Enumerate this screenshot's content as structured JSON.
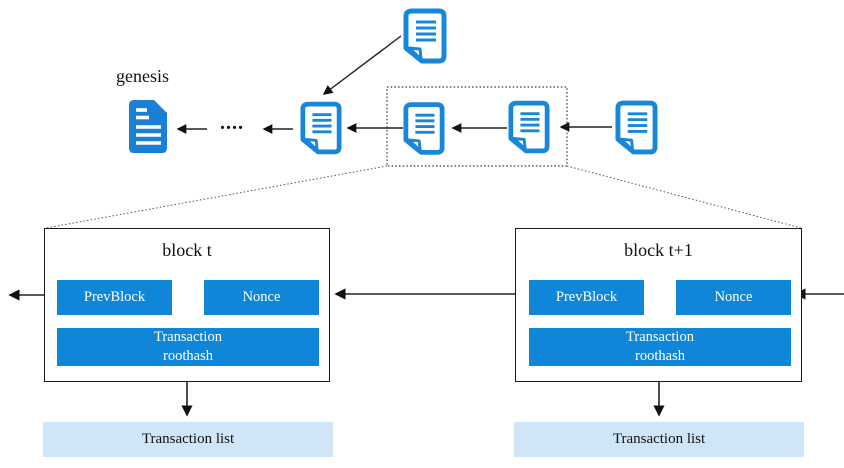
{
  "diagram": {
    "title_hint": "blockchain structure diagram",
    "genesis_label": "genesis",
    "ellipsis": "....",
    "colors": {
      "doc_outline_blue": "#1787d9",
      "doc_filled_blue": "#1a80d5",
      "field_blue": "#1086d9",
      "transaction_list_bg": "#cfe6f8",
      "line_color": "#1a1a1a"
    },
    "icons": {
      "document_outline": "page-with-folded-corner-outline",
      "document_filled": "page-with-folded-corner-filled",
      "arrow_left": "◄",
      "arrow_down": "▼"
    },
    "blocks": [
      {
        "title": "block t",
        "prev_label": "PrevBlock",
        "nonce_label": "Nonce",
        "roothash_label": "Transaction\nroothash",
        "list_label": "Transaction list"
      },
      {
        "title": "block t+1",
        "prev_label": "PrevBlock",
        "nonce_label": "Nonce",
        "roothash_label": "Transaction\nroothash",
        "list_label": "Transaction list"
      }
    ]
  }
}
